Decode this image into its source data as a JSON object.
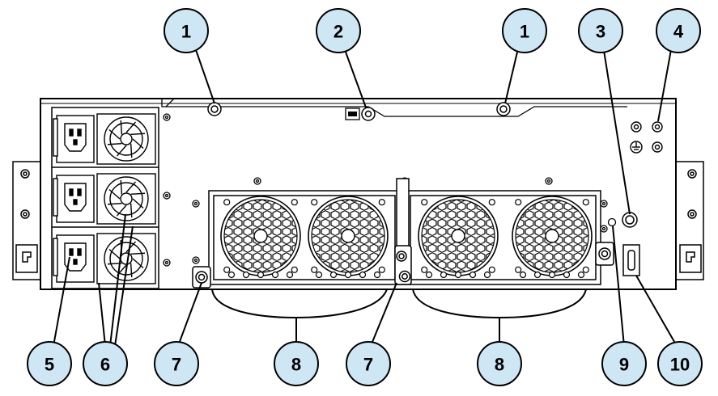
{
  "callouts": {
    "c1a": "1",
    "c2": "2",
    "c1b": "1",
    "c3": "3",
    "c4": "4",
    "c5": "5",
    "c6": "6",
    "c7a": "7",
    "c8a": "8",
    "c7b": "7",
    "c8b": "8",
    "c9": "9",
    "c10": "10"
  },
  "colors": {
    "callout_fill": "#cfe6f5",
    "line": "#000000",
    "chassis": "#ffffff"
  },
  "icons": {
    "screw": "screw-icon",
    "power_inlet": "power-inlet-icon",
    "psu_fan": "psu-fan-icon",
    "system_fan": "system-fan-grille-icon",
    "ground": "ground-symbol-icon",
    "switch": "power-switch-icon",
    "led": "status-led-icon"
  }
}
